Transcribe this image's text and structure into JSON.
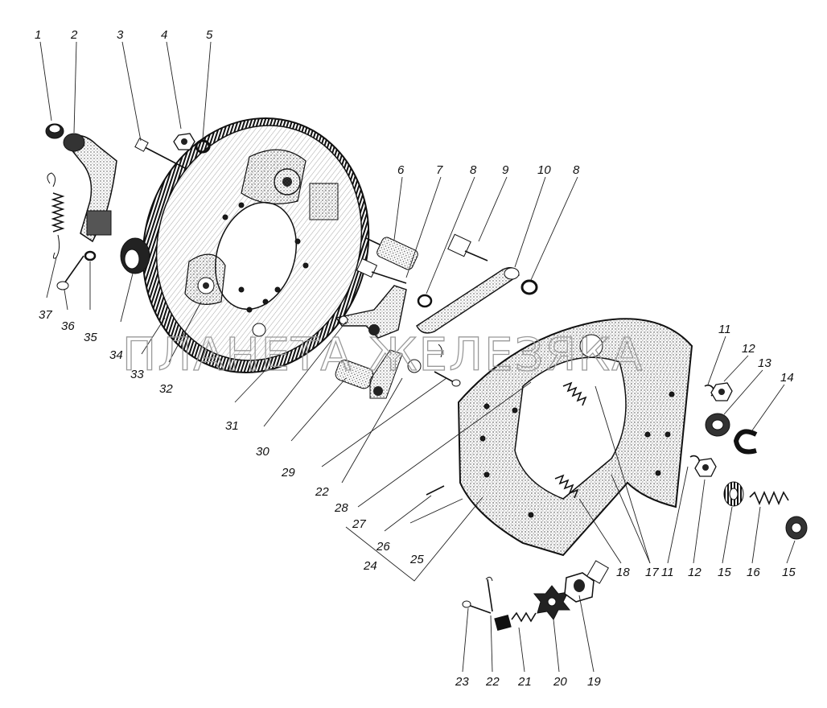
{
  "watermark": "ПЛАНЕТА ЖЕЛЕЗЯКА",
  "callouts": [
    {
      "id": "1",
      "text": "1"
    },
    {
      "id": "2",
      "text": "2"
    },
    {
      "id": "3",
      "text": "3"
    },
    {
      "id": "4",
      "text": "4"
    },
    {
      "id": "5",
      "text": "5"
    },
    {
      "id": "6",
      "text": "6"
    },
    {
      "id": "7",
      "text": "7"
    },
    {
      "id": "8a",
      "text": "8"
    },
    {
      "id": "9",
      "text": "9"
    },
    {
      "id": "10",
      "text": "10"
    },
    {
      "id": "8b",
      "text": "8"
    },
    {
      "id": "11a",
      "text": "11"
    },
    {
      "id": "12a",
      "text": "12"
    },
    {
      "id": "13",
      "text": "13"
    },
    {
      "id": "14",
      "text": "14"
    },
    {
      "id": "11b",
      "text": "11"
    },
    {
      "id": "12b",
      "text": "12"
    },
    {
      "id": "15a",
      "text": "15"
    },
    {
      "id": "16",
      "text": "16"
    },
    {
      "id": "15b",
      "text": "15"
    },
    {
      "id": "17",
      "text": "17"
    },
    {
      "id": "18",
      "text": "18"
    },
    {
      "id": "19",
      "text": "19"
    },
    {
      "id": "20",
      "text": "20"
    },
    {
      "id": "21",
      "text": "21"
    },
    {
      "id": "22a",
      "text": "22"
    },
    {
      "id": "23",
      "text": "23"
    },
    {
      "id": "24",
      "text": "24"
    },
    {
      "id": "25",
      "text": "25"
    },
    {
      "id": "26",
      "text": "26"
    },
    {
      "id": "27",
      "text": "27"
    },
    {
      "id": "28",
      "text": "28"
    },
    {
      "id": "22b",
      "text": "22"
    },
    {
      "id": "29",
      "text": "29"
    },
    {
      "id": "30",
      "text": "30"
    },
    {
      "id": "31",
      "text": "31"
    },
    {
      "id": "32",
      "text": "32"
    },
    {
      "id": "33",
      "text": "33"
    },
    {
      "id": "34",
      "text": "34"
    },
    {
      "id": "35",
      "text": "35"
    },
    {
      "id": "36",
      "text": "36"
    },
    {
      "id": "37",
      "text": "37"
    }
  ]
}
